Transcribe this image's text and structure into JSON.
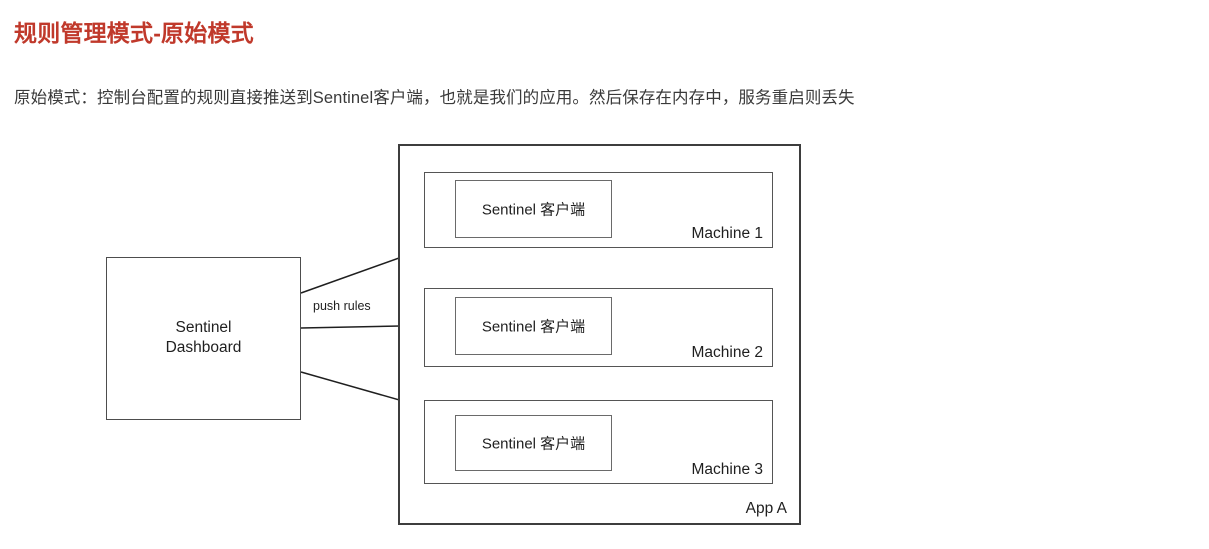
{
  "page": {
    "title": "规则管理模式-原始模式",
    "subtitle": "原始模式：控制台配置的规则直接推送到Sentinel客户端，也就是我们的应用。然后保存在内存中，服务重启则丢失",
    "title_color": "#c0392b",
    "text_color": "#1f1f1f",
    "background": "#ffffff",
    "stroke_color": "#4d4d4d"
  },
  "diagram": {
    "type": "architecture-flow",
    "dashboard": {
      "label": "Sentinel\nDashboard",
      "line1": "Sentinel",
      "line2": "Dashboard"
    },
    "edge_label": "push rules",
    "app_container": {
      "label": "App A"
    },
    "machines": [
      {
        "machine_label": "Machine 1",
        "client_label": "Sentinel 客户端"
      },
      {
        "machine_label": "Machine 2",
        "client_label": "Sentinel 客户端"
      },
      {
        "machine_label": "Machine 3",
        "client_label": "Sentinel 客户端"
      }
    ],
    "arrows": [
      {
        "name": "arrow-to-machine-1",
        "from": "Sentinel Dashboard",
        "to": "Machine 1"
      },
      {
        "name": "arrow-to-machine-2",
        "from": "Sentinel Dashboard",
        "to": "Machine 2"
      },
      {
        "name": "arrow-to-machine-3",
        "from": "Sentinel Dashboard",
        "to": "Machine 3"
      }
    ]
  }
}
